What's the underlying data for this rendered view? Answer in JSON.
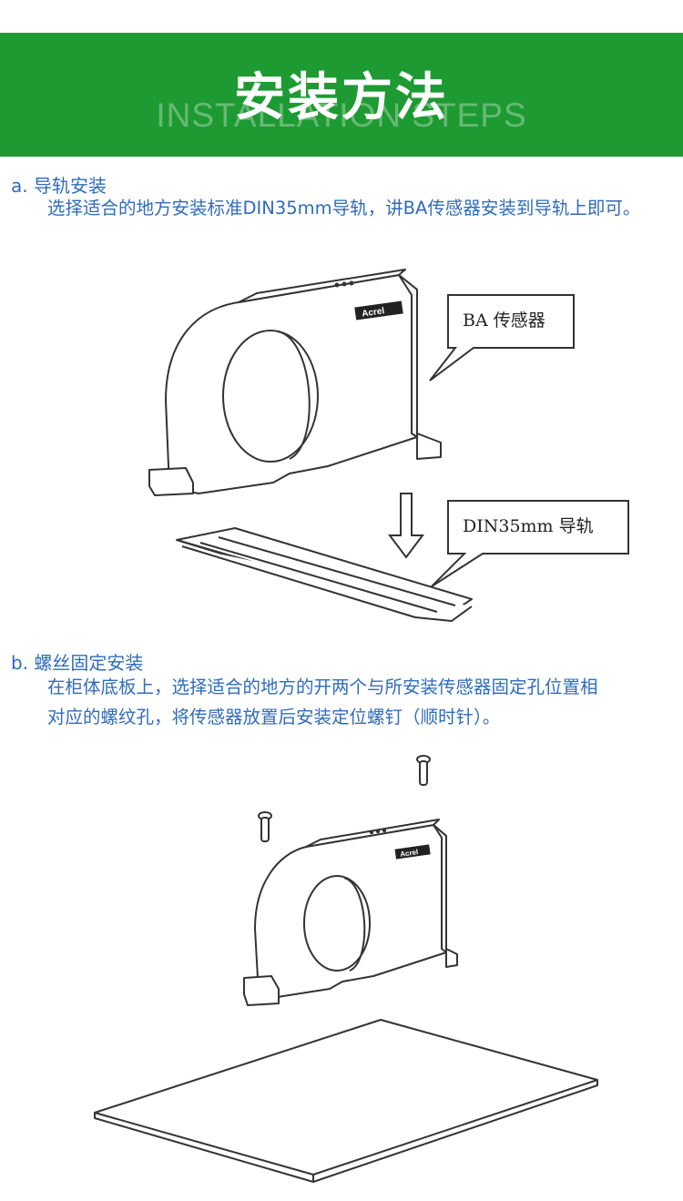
{
  "banner": {
    "title": "安装方法",
    "subtitle": "INSTALLATION STEPS",
    "color": "#1e9a33"
  },
  "section_a": {
    "heading": "a. 导轨安装",
    "text": "选择适合的地方安装标准DIN35mm导轨，讲BA传感器安装到导轨上即可。",
    "callout_sensor": "BA 传感器",
    "callout_rail": "DIN35mm 导轨",
    "logo": "Acrel"
  },
  "section_b": {
    "heading": "b. 螺丝固定安装",
    "lines": [
      "在柜体底板上，选择适合的地方的开两个与所安装传感器固定孔位置相",
      "对应的螺纹孔，将传感器放置后安装定位螺钉（顺时针）。"
    ],
    "logo": "Acrel"
  },
  "colors": {
    "text": "#2f6cbd",
    "line": "#333333"
  }
}
